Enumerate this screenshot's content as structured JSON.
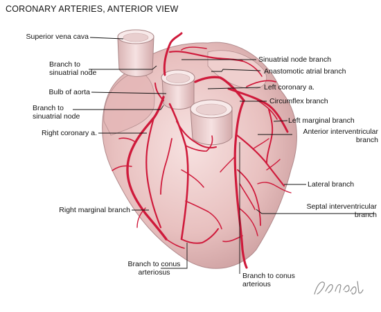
{
  "title": "CORONARY ARTERIES, ANTERIOR VIEW",
  "labels": {
    "superior_vena_cava": "Superior vena cava",
    "branch_sinuatrial_node_upper": "Branch to sinuatrial node",
    "bulb_of_aorta": "Bulb of aorta",
    "branch_sinuatrial_node_lower": "Branch to sinuatrial node",
    "right_coronary": "Right coronary a.",
    "right_marginal_branch": "Right marginal branch",
    "branch_conus_arteriosus_left": "Branch to conus arteriosus",
    "sinuatrial_node_branch": "Sinuatrial node branch",
    "anastomotic_atrial_branch": "Anastomotic atrial branch",
    "left_coronary": "Left coronary a.",
    "circumflex_branch": "Circumflex branch",
    "left_marginal_branch": "Left marginal branch",
    "anterior_interventricular_branch": "Anterior interventricular branch",
    "lateral_branch": "Lateral branch",
    "septal_interventricular_branch": "Septal interventricular branch",
    "branch_conus_arteriosus_bottom": "Branch to conus arterious"
  },
  "colors": {
    "heart": "#e9c2c0",
    "heart_shadow": "#b98e90",
    "artery": "#d11a3c",
    "artery_dark": "#9e0f2a",
    "vessel": "#f1d3d2"
  }
}
